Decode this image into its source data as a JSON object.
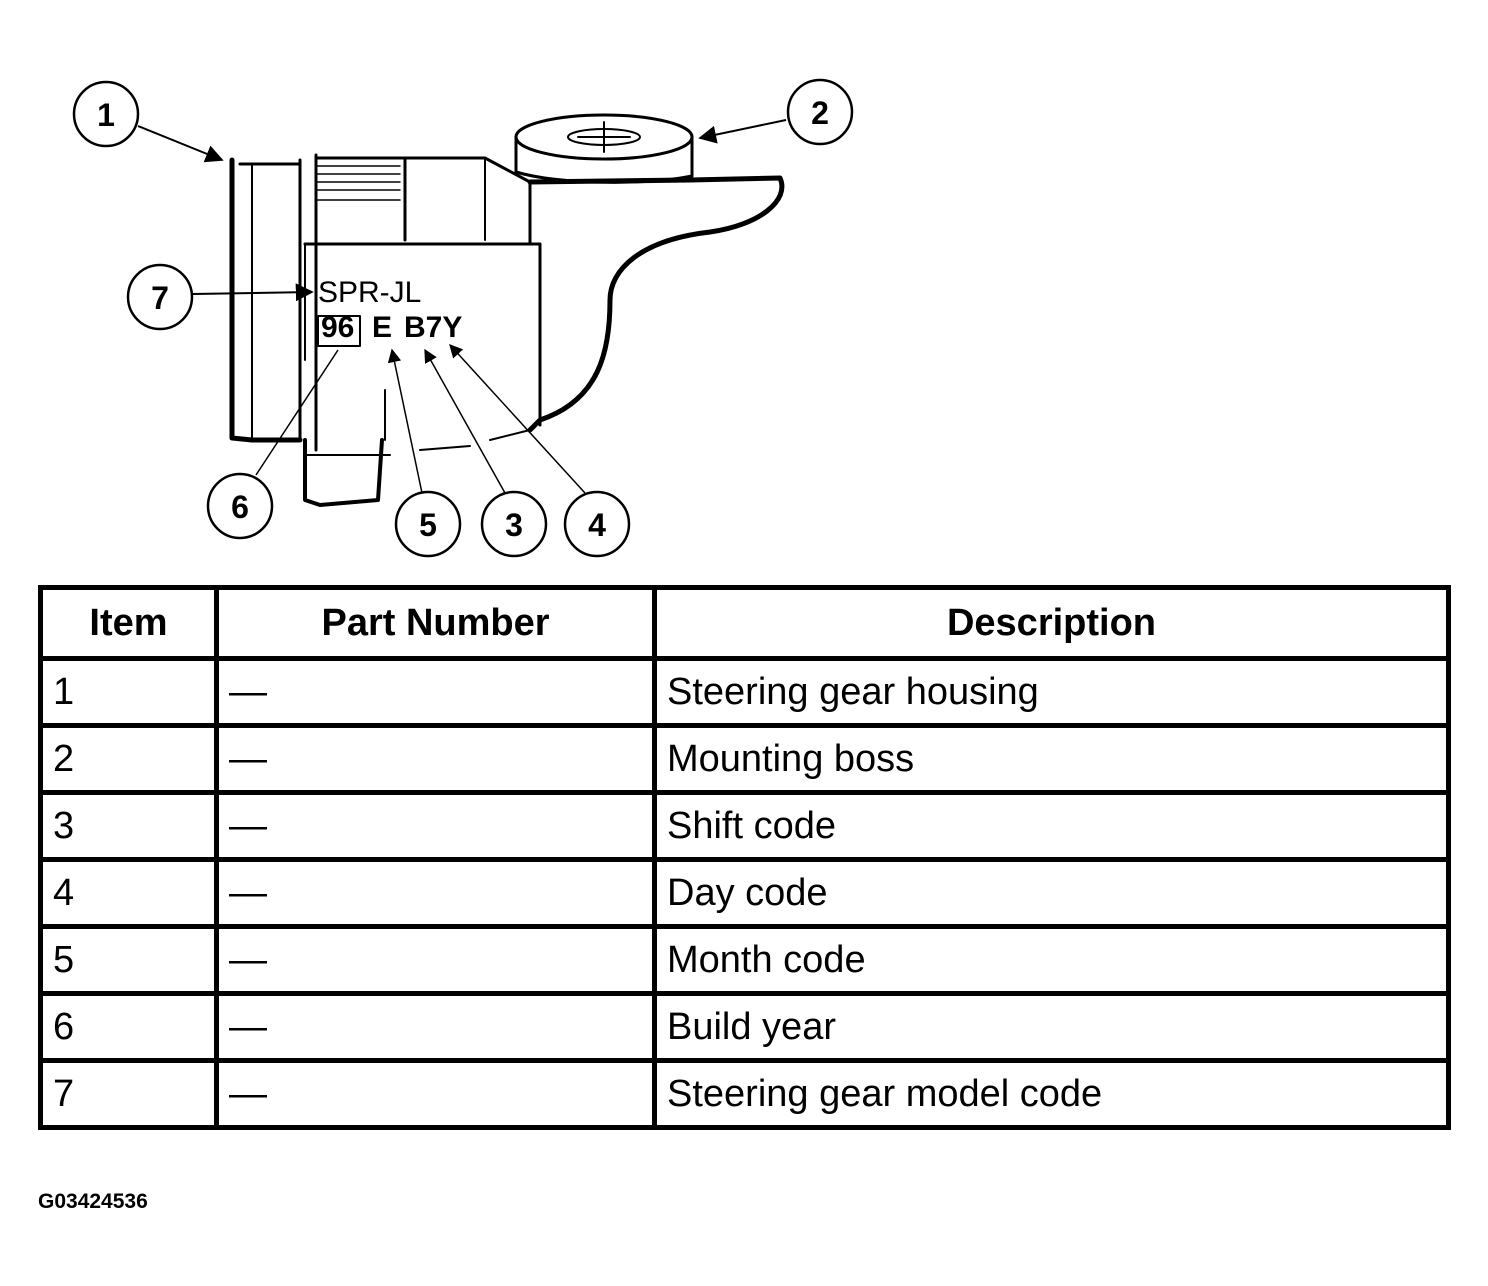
{
  "diagram": {
    "callouts": [
      "1",
      "2",
      "3",
      "4",
      "5",
      "6",
      "7"
    ],
    "housing_label": {
      "model_code": "SPR-JL",
      "build_year": "96",
      "month_code": "E",
      "shift_day_code": "B7Y"
    }
  },
  "table": {
    "headers": {
      "item": "Item",
      "part_number": "Part Number",
      "description": "Description"
    },
    "rows": [
      {
        "item": "1",
        "part_number": "—",
        "description": "Steering gear housing"
      },
      {
        "item": "2",
        "part_number": "—",
        "description": "Mounting boss"
      },
      {
        "item": "3",
        "part_number": "—",
        "description": "Shift code"
      },
      {
        "item": "4",
        "part_number": "—",
        "description": "Day code"
      },
      {
        "item": "5",
        "part_number": "—",
        "description": "Month code"
      },
      {
        "item": "6",
        "part_number": "—",
        "description": "Build year"
      },
      {
        "item": "7",
        "part_number": "—",
        "description": "Steering gear model code"
      }
    ]
  },
  "figure_code": "G03424536"
}
